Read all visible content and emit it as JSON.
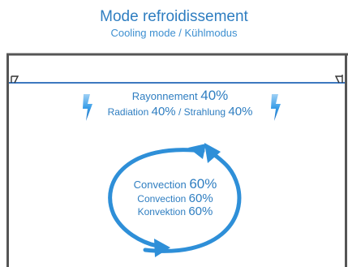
{
  "header": {
    "title": "Mode refroidissement",
    "subtitle": "Cooling mode / Kühlmodus"
  },
  "radiation": {
    "label_fr": "Rayonnement",
    "value_fr": "40%",
    "label_en": "Radiation",
    "value_en": "40%",
    "sep": "/",
    "label_de": "Strahlung",
    "value_de": "40%"
  },
  "convection": {
    "label_fr": "Convection",
    "value_fr": "60%",
    "label_en": "Convection",
    "value_en": "60%",
    "label_de": "Konvektion",
    "value_de": "60%"
  },
  "colors": {
    "primary": "#2f7ec1",
    "arrow": "#2e8fd8",
    "wall": "#555555",
    "ceiling": "#3d78c0"
  }
}
